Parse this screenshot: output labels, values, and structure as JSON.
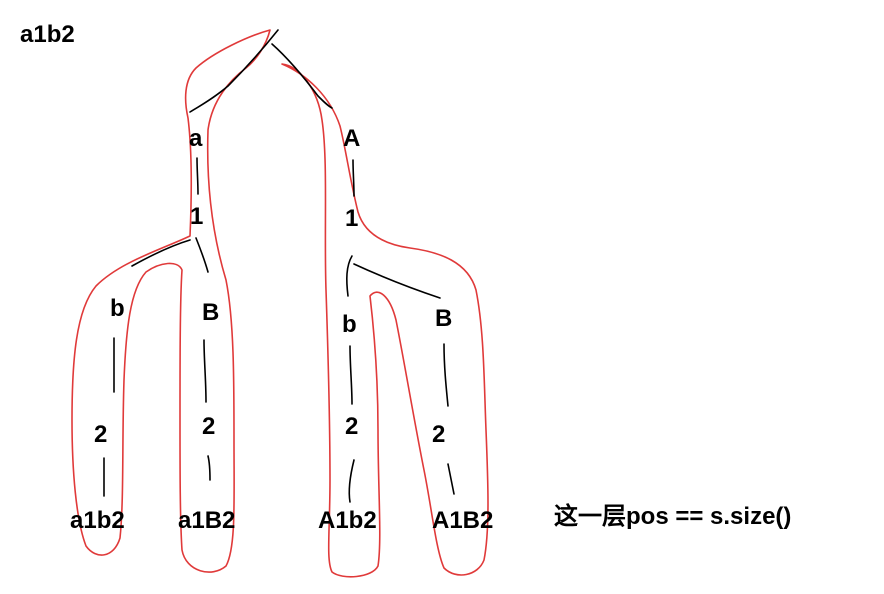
{
  "title": "a1b2",
  "note": "这一层pos == s.size()",
  "colors": {
    "text": "#000000",
    "outline": "#e03a3a",
    "ink": "#000000"
  },
  "level1": {
    "left": "a",
    "right": "A"
  },
  "level2": {
    "left": "1",
    "right": "1"
  },
  "level3": {
    "ll": "b",
    "lr": "B",
    "rl": "b",
    "rr": "B"
  },
  "level4": {
    "ll": "2",
    "lr": "2",
    "rl": "2",
    "rr": "2"
  },
  "leaves": {
    "ll": "a1b2",
    "lr": "a1B2",
    "rl": "A1b2",
    "rr": "A1B2"
  }
}
